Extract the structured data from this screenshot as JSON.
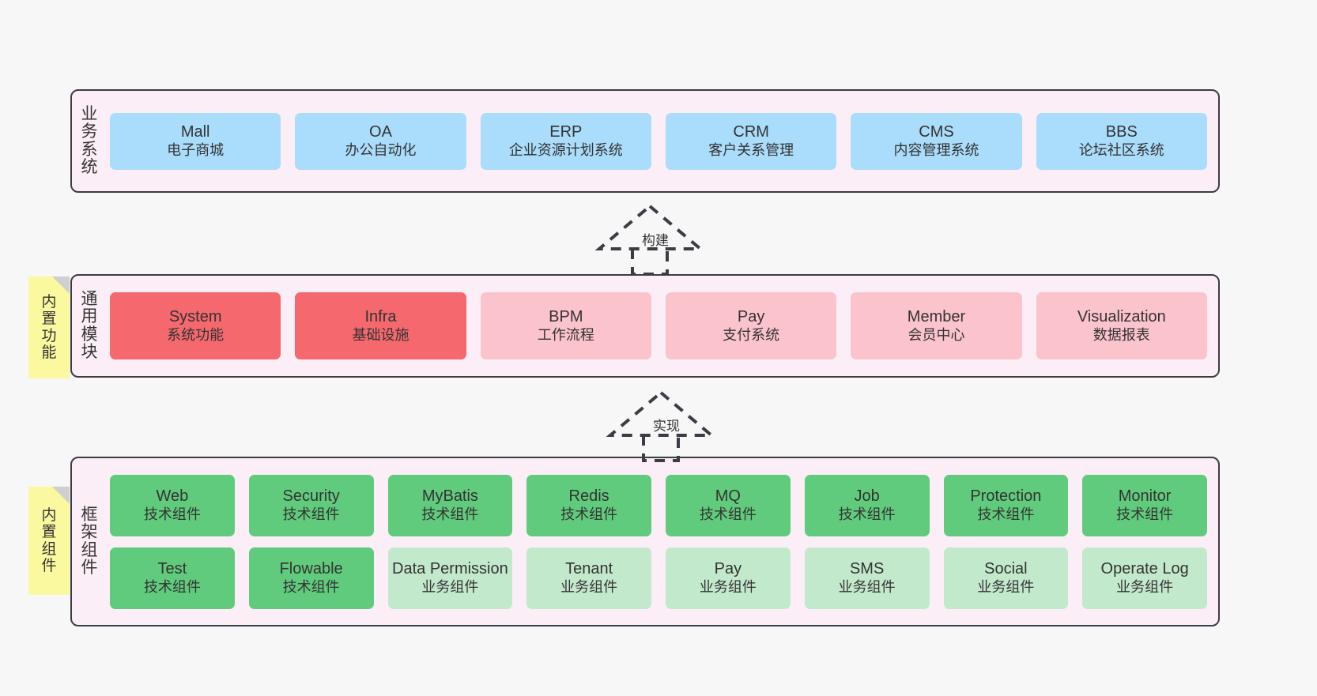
{
  "diagram": {
    "background_color": "#f7f7f7",
    "layer_fill": "#fbeef6",
    "layer_border": "#3c3c46",
    "note_color": "#fbf9a0"
  },
  "layers": [
    {
      "key": "business",
      "label": "业务系统",
      "label_chars": [
        "业",
        "务",
        "系",
        "统"
      ],
      "rows": [
        [
          {
            "title": "Mall",
            "sub": "电子商城",
            "color": "#aadcfb"
          },
          {
            "title": "OA",
            "sub": "办公自动化",
            "color": "#aadcfb"
          },
          {
            "title": "ERP",
            "sub": "企业资源计划系统",
            "color": "#aadcfb"
          },
          {
            "title": "CRM",
            "sub": "客户关系管理",
            "color": "#aadcfb"
          },
          {
            "title": "CMS",
            "sub": "内容管理系统",
            "color": "#aadcfb"
          },
          {
            "title": "BBS",
            "sub": "论坛社区系统",
            "color": "#aadcfb"
          }
        ]
      ]
    },
    {
      "key": "common",
      "label": "通用模块",
      "label_chars": [
        "通",
        "用",
        "模",
        "块"
      ],
      "note": {
        "label": "内置功能",
        "chars": [
          "内",
          "置",
          "功",
          "能"
        ]
      },
      "rows": [
        [
          {
            "title": "System",
            "sub": "系统功能",
            "color": "#f4686e"
          },
          {
            "title": "Infra",
            "sub": "基础设施",
            "color": "#f4686e"
          },
          {
            "title": "BPM",
            "sub": "工作流程",
            "color": "#fbc3cc"
          },
          {
            "title": "Pay",
            "sub": "支付系统",
            "color": "#fbc3cc"
          },
          {
            "title": "Member",
            "sub": "会员中心",
            "color": "#fbc3cc"
          },
          {
            "title": "Visualization",
            "sub": "数据报表",
            "color": "#fbc3cc"
          }
        ]
      ]
    },
    {
      "key": "framework",
      "label": "框架组件",
      "label_chars": [
        "框",
        "架",
        "组",
        "件"
      ],
      "note": {
        "label": "内置组件",
        "chars": [
          "内",
          "置",
          "组",
          "件"
        ]
      },
      "rows": [
        [
          {
            "title": "Web",
            "sub": "技术组件",
            "color": "#61cb7d"
          },
          {
            "title": "Security",
            "sub": "技术组件",
            "color": "#61cb7d"
          },
          {
            "title": "MyBatis",
            "sub": "技术组件",
            "color": "#61cb7d"
          },
          {
            "title": "Redis",
            "sub": "技术组件",
            "color": "#61cb7d"
          },
          {
            "title": "MQ",
            "sub": "技术组件",
            "color": "#61cb7d"
          },
          {
            "title": "Job",
            "sub": "技术组件",
            "color": "#61cb7d"
          },
          {
            "title": "Protection",
            "sub": "技术组件",
            "color": "#61cb7d"
          },
          {
            "title": "Monitor",
            "sub": "技术组件",
            "color": "#61cb7d"
          }
        ],
        [
          {
            "title": "Test",
            "sub": "技术组件",
            "color": "#61cb7d"
          },
          {
            "title": "Flowable",
            "sub": "技术组件",
            "color": "#61cb7d"
          },
          {
            "title": "Data Permission",
            "sub": "业务组件",
            "color": "#c3e9cd"
          },
          {
            "title": "Tenant",
            "sub": "业务组件",
            "color": "#c3e9cd"
          },
          {
            "title": "Pay",
            "sub": "业务组件",
            "color": "#c3e9cd"
          },
          {
            "title": "SMS",
            "sub": "业务组件",
            "color": "#c3e9cd"
          },
          {
            "title": "Social",
            "sub": "业务组件",
            "color": "#c3e9cd"
          },
          {
            "title": "Operate Log",
            "sub": "业务组件",
            "color": "#c3e9cd"
          }
        ]
      ]
    }
  ],
  "connectors": [
    {
      "key": "build",
      "label": "构建",
      "from": "common",
      "to": "business",
      "style": "dashed-generalization"
    },
    {
      "key": "implement",
      "label": "实现",
      "from": "framework",
      "to": "common",
      "style": "dashed-generalization"
    }
  ]
}
